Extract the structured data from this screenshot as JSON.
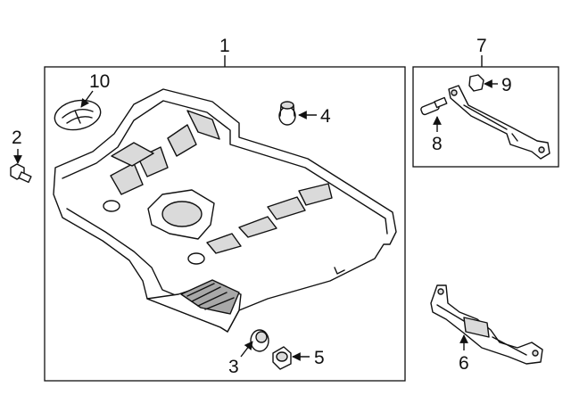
{
  "diagram": {
    "colors": {
      "line": "#111111",
      "fill": "#ffffff",
      "shade": "#dadada",
      "dark_shade": "#a8a8a8"
    },
    "callouts": {
      "c1": "1",
      "c2": "2",
      "c3": "3",
      "c4": "4",
      "c5": "5",
      "c6": "6",
      "c7": "7",
      "c8": "8",
      "c9": "9",
      "c10": "10"
    },
    "parts": [
      {
        "number": "1",
        "icon": "engine-cover-icon"
      },
      {
        "number": "2",
        "icon": "bolt-icon"
      },
      {
        "number": "3",
        "icon": "grommet-icon"
      },
      {
        "number": "4",
        "icon": "grommet-icon"
      },
      {
        "number": "5",
        "icon": "grommet-icon"
      },
      {
        "number": "6",
        "icon": "bracket-icon"
      },
      {
        "number": "7",
        "icon": "bracket-assembly-icon"
      },
      {
        "number": "8",
        "icon": "stud-icon"
      },
      {
        "number": "9",
        "icon": "nut-icon"
      },
      {
        "number": "10",
        "icon": "emblem-icon"
      }
    ]
  }
}
